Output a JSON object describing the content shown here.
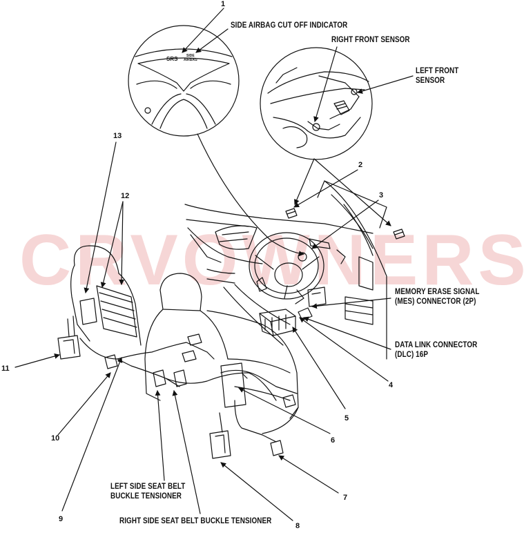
{
  "watermark": "CRVOWNERS.RU",
  "indicator_text": {
    "srs": "SRS",
    "side_airbag": "SIDE\nAIRBAG"
  },
  "callouts": [
    {
      "id": "1",
      "text": "1"
    },
    {
      "id": "2",
      "text": "2"
    },
    {
      "id": "3",
      "text": "3"
    },
    {
      "id": "4",
      "text": "4"
    },
    {
      "id": "5",
      "text": "5"
    },
    {
      "id": "6",
      "text": "6"
    },
    {
      "id": "7",
      "text": "7"
    },
    {
      "id": "8",
      "text": "8"
    },
    {
      "id": "9",
      "text": "9"
    },
    {
      "id": "10",
      "text": "10"
    },
    {
      "id": "11",
      "text": "11"
    },
    {
      "id": "12",
      "text": "12"
    },
    {
      "id": "13",
      "text": "13"
    }
  ],
  "labels": {
    "side_airbag_cutoff": "SIDE AIRBAG CUT OFF INDICATOR",
    "right_front_sensor": "RIGHT FRONT SENSOR",
    "left_front_sensor": "LEFT FRONT\nSENSOR",
    "mes_connector": "MEMORY ERASE SIGNAL\n(MES) CONNECTOR (2P)",
    "dlc": "DATA LINK CONNECTOR\n(DLC) 16P",
    "left_buckle": "LEFT SIDE SEAT BELT\nBUCKLE TENSIONER",
    "right_buckle": "RIGHT SIDE SEAT BELT BUCKLE TENSIONER"
  }
}
